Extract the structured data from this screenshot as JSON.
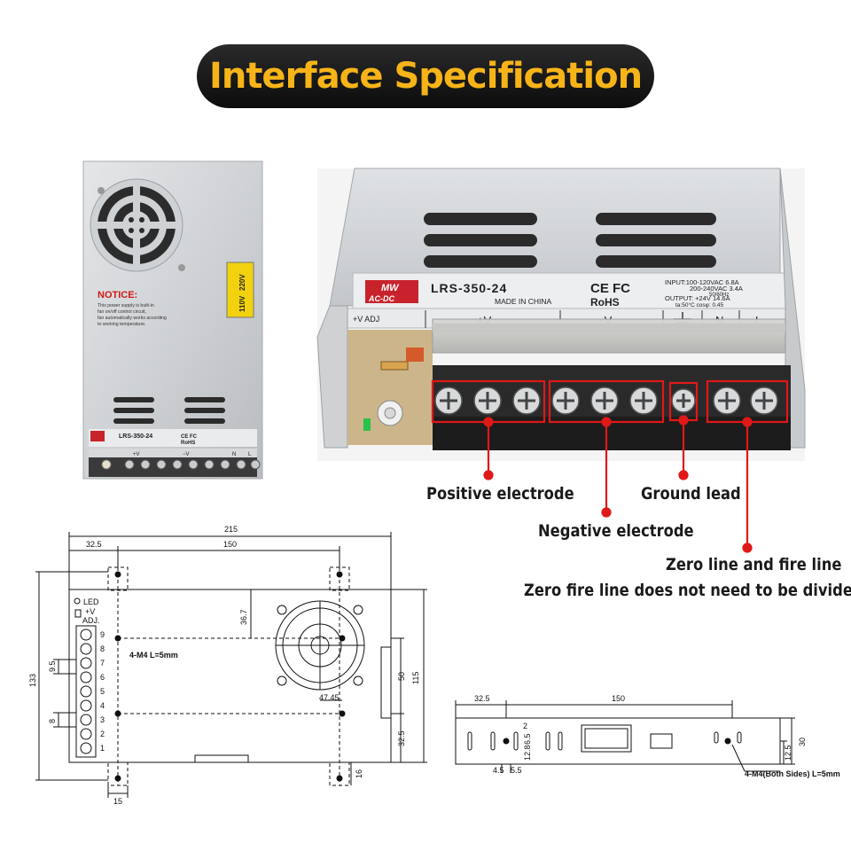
{
  "banner": {
    "title": "Interface Specification",
    "bg_color": "#111111",
    "text_color": "#f7b418"
  },
  "callouts": {
    "positive": "Positive electrode",
    "ground": "Ground lead",
    "negative": "Negative electrode",
    "zero_fire": "Zero line and fire line",
    "zero_fire_note": "Zero fire line does not need to be divided",
    "highlight_color": "#e01818"
  },
  "product": {
    "brand": "MW",
    "brand_sub": "AC-DC",
    "model": "LRS-350-24",
    "made_in": "MADE IN CHINA",
    "cert": "CE FC",
    "rohs": "RoHS",
    "input_line1": "INPUT:100-120VAC 6.8A",
    "input_line2": "200-240VAC 3.4A",
    "input_line3": "50/60Hz",
    "output_line1": "OUTPUT: +24V 14.6A",
    "output_line2": "ta:50°C    cosφ: 0.45",
    "terminal_vadj": "+V ADJ",
    "terminal_pos": "+V",
    "terminal_neg": "−V",
    "terminal_n": "N",
    "terminal_l": "L",
    "notice_title": "NOTICE:",
    "notice_body_1": "This power supply is built-in",
    "notice_body_2": "fan on/off control circuit,",
    "notice_body_3": "fan automatically works according",
    "notice_body_4": "to working temperature.",
    "switch_110": "110V",
    "switch_220": "220V"
  },
  "drawing_top": {
    "dim_215": "215",
    "dim_32_5": "32.5",
    "dim_150": "150",
    "dim_36_7": "36.7",
    "dim_133": "133",
    "dim_115": "115",
    "dim_50": "50",
    "dim_47_45": "47.45",
    "dim_32_5_v": "32.5",
    "dim_9_5": "9.5",
    "dim_8": "8",
    "dim_15": "15",
    "dim_16": "16",
    "screw_note": "4-M4 L=5mm",
    "led": "LED",
    "vplus": "+V",
    "adj": "ADJ.",
    "terminals": [
      "9",
      "8",
      "7",
      "6",
      "5",
      "4",
      "3",
      "2",
      "1"
    ]
  },
  "drawing_side": {
    "dim_32_5": "32.5",
    "dim_150": "150",
    "dim_2": "2",
    "dim_6_5": "6.5",
    "dim_12_8": "12.8",
    "dim_4_5": "4.5",
    "dim_5_5": "5.5",
    "dim_12_5": "12.5",
    "dim_30": "30",
    "screw_note": "4-M4(Both Sides) L=5mm"
  }
}
